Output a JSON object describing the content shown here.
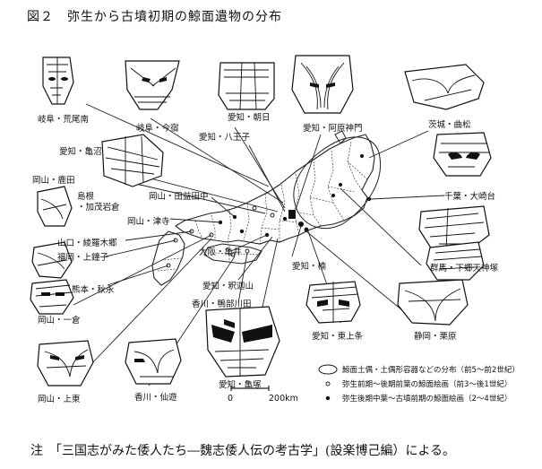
{
  "figure": {
    "title": "図２　弥生から古墳初期の鯨面遺物の分布",
    "note": "注　「三国志がみた倭人たち―魏志倭人伝の考古学」(設楽博己編）による。"
  },
  "sites": [
    {
      "id": "gifu-arao",
      "label": "岐阜・荒尾南"
    },
    {
      "id": "gifu-imajuku",
      "label": "岐阜・今宿"
    },
    {
      "id": "aichi-asahi",
      "label": "愛知・朝日"
    },
    {
      "id": "aichi-hachioji",
      "label": "愛知・八王子"
    },
    {
      "id": "aichi-ahara",
      "label": "愛知・阿原神門"
    },
    {
      "id": "ibaraki-magarimatsu",
      "label": "茨城・曲松"
    },
    {
      "id": "aichi-kamenuma",
      "label": "愛知・亀沼"
    },
    {
      "id": "okayama-shikata",
      "label": "岡山・鹿田"
    },
    {
      "id": "shimane-kamoiwakura",
      "label": "島根\n・加茂岩倉"
    },
    {
      "id": "okayama-tamasuda",
      "label": "岡山・田益田中"
    },
    {
      "id": "okayama-tsudera",
      "label": "岡山・津寺"
    },
    {
      "id": "chiba-osakidai",
      "label": "千葉・大崎台"
    },
    {
      "id": "yamaguchi-ayaragi",
      "label": "山口・綾羅木郷"
    },
    {
      "id": "fukuoka-kamiharitsuka",
      "label": "福岡・上鐘子"
    },
    {
      "id": "gunma-shimoshinden",
      "label": "群馬・下郷天神塚"
    },
    {
      "id": "osaka-kamei",
      "label": "大阪・亀井"
    },
    {
      "id": "aichi-kusunoki",
      "label": "愛知・楠"
    },
    {
      "id": "aichi-kiyosu",
      "label": "愛知・釈迦山"
    },
    {
      "id": "kagawa-kamoshimoda",
      "label": "香川・鴨部川田"
    },
    {
      "id": "kumamoto-akinaga",
      "label": "熊本・秋永"
    },
    {
      "id": "okayama-ichikura",
      "label": "岡山・一倉"
    },
    {
      "id": "aichi-higashikamijo",
      "label": "愛知・東上条"
    },
    {
      "id": "shizuoka-kuribara",
      "label": "静岡・栗原"
    },
    {
      "id": "aichi-kamezuka",
      "label": "愛知・亀塚"
    },
    {
      "id": "okayama-joto",
      "label": "岡山・上東"
    },
    {
      "id": "kagawa-senyu",
      "label": "香川・仙遊"
    }
  ],
  "legend": [
    {
      "symbol": "ellipse",
      "label": "鯨面土偶・土偶形容器などの分布（前5～前2世紀）"
    },
    {
      "symbol": "open-dot",
      "label": "弥生前期～後期前葉の鯨面絵画（前3～後1世紀）"
    },
    {
      "symbol": "filled-dot",
      "label": "弥生後期中葉～古墳前期の鯨面絵画（2～4世紀）"
    }
  ],
  "scale": {
    "start": "0",
    "end": "200km"
  }
}
